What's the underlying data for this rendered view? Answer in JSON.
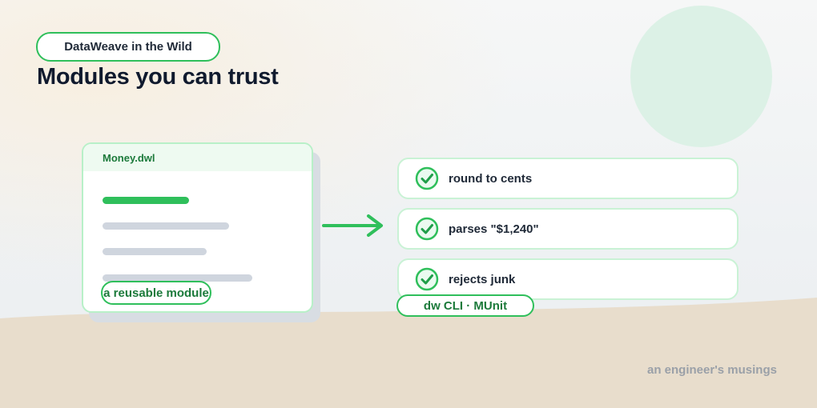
{
  "kicker": "DataWeave in the Wild",
  "title": "Modules you can trust",
  "module_card": {
    "filename": "Money.dwl",
    "caption": "a reusable module"
  },
  "checks": [
    {
      "label": "round to cents",
      "icon": "check-circle-icon"
    },
    {
      "label": "parses \"$1,240\"",
      "icon": "check-circle-icon"
    },
    {
      "label": "rejects junk",
      "icon": "check-circle-icon"
    }
  ],
  "tooling": "dw CLI · MUnit",
  "footer": "an engineer's musings",
  "colors": {
    "accent": "#2fbf5b",
    "accent_dark": "#1c7a3b",
    "title": "#101a2e",
    "sand": "#e8ddcc",
    "sun": "#dcf1e6"
  }
}
